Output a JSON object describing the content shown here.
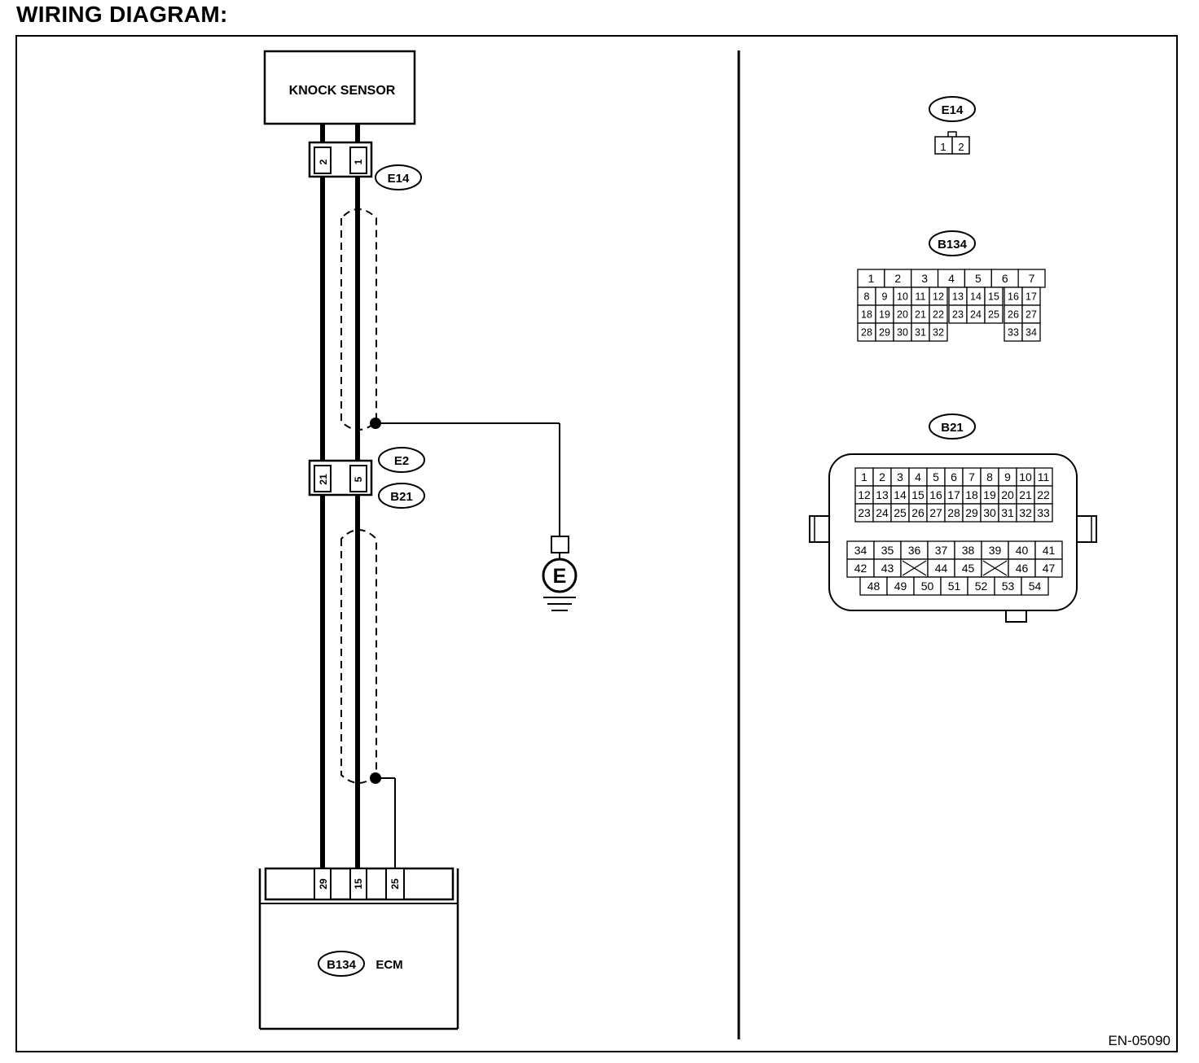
{
  "title": "WIRING DIAGRAM:",
  "figure_code": "EN-05090",
  "components": {
    "knock_sensor": "KNOCK SENSOR",
    "ecm": "ECM",
    "ground": "E"
  },
  "connector_tags": {
    "e14": "E14",
    "e2": "E2",
    "b21": "B21",
    "b134": "B134"
  },
  "pins": {
    "e14_left": "2",
    "e14_right": "1",
    "e2_b21_left": "21",
    "e2_b21_right": "5",
    "ecm_a": "29",
    "ecm_b": "15",
    "ecm_c": "25"
  },
  "connector_views": {
    "e14": {
      "name": "E14",
      "rows": [
        [
          "1",
          "2"
        ]
      ]
    },
    "b134": {
      "name": "B134",
      "rows": [
        [
          "1",
          "2",
          "3",
          "4",
          "5",
          "6",
          "7"
        ],
        [
          "8",
          "9",
          "10",
          "11",
          "12",
          "13",
          "14",
          "15",
          "16",
          "17"
        ],
        [
          "18",
          "19",
          "20",
          "21",
          "22",
          "23",
          "24",
          "25",
          "26",
          "27"
        ],
        [
          "28",
          "29",
          "30",
          "31",
          "32",
          "33",
          "34"
        ]
      ]
    },
    "b21": {
      "name": "B21",
      "rows": [
        [
          "1",
          "2",
          "3",
          "4",
          "5",
          "6",
          "7",
          "8",
          "9",
          "10",
          "11"
        ],
        [
          "12",
          "13",
          "14",
          "15",
          "16",
          "17",
          "18",
          "19",
          "20",
          "21",
          "22"
        ],
        [
          "23",
          "24",
          "25",
          "26",
          "27",
          "28",
          "29",
          "30",
          "31",
          "32",
          "33"
        ],
        [
          "34",
          "35",
          "36",
          "37",
          "38",
          "39",
          "40",
          "41"
        ],
        [
          "42",
          "43",
          "44",
          "45",
          "46",
          "47"
        ],
        [
          "48",
          "49",
          "50",
          "51",
          "52",
          "53",
          "54"
        ]
      ]
    }
  }
}
